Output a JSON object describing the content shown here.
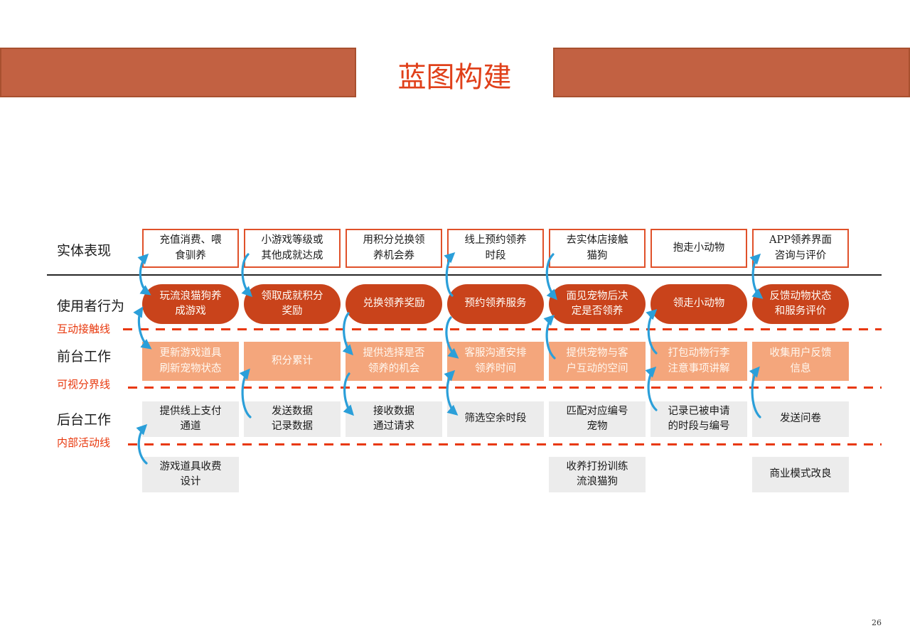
{
  "slide": {
    "title": "蓝图构建",
    "page_number": "26"
  },
  "row_labels": {
    "physical": "实体表现",
    "user": "使用者行为",
    "interaction_line": "互动接触线",
    "frontstage": "前台工作",
    "visibility_line": "可视分界线",
    "backstage": "后台工作",
    "internal_line": "内部活动线"
  },
  "columns": [
    {
      "physical": "充值消费、喂\n食驯养",
      "user": "玩流浪猫狗养\n成游戏",
      "frontstage": "更新游戏道具\n刷新宠物状态",
      "backstage": "提供线上支付\n通道",
      "support": "游戏道具收费\n设计"
    },
    {
      "physical": "小游戏等级或\n其他成就达成",
      "user": "领取成就积分\n奖励",
      "frontstage": "积分累计",
      "backstage": "发送数据\n记录数据"
    },
    {
      "physical": "用积分兑换领\n养机会券",
      "user": "兑换领养奖励",
      "frontstage": "提供选择是否\n领养的机会",
      "backstage": "接收数据\n通过请求"
    },
    {
      "physical": "线上预约领养\n时段",
      "user": "预约领养服务",
      "frontstage": "客服沟通安排\n领养时间",
      "backstage": "筛选空余时段"
    },
    {
      "physical": "去实体店接触\n猫狗",
      "user": "面见宠物后决\n定是否领养",
      "frontstage": "提供宠物与客\n户互动的空间",
      "backstage": "匹配对应编号\n宠物",
      "support": "收养打扮训练\n流浪猫狗"
    },
    {
      "physical": "抱走小动物",
      "user": "领走小动物",
      "frontstage": "打包动物行李\n注意事项讲解",
      "backstage": "记录已被申请\n的时段与编号"
    },
    {
      "physical": "APP领养界面\n咨询与评价",
      "user": "反馈动物状态\n和服务评价",
      "frontstage": "收集用户反馈\n信息",
      "backstage": "发送问卷",
      "support": "商业模式改良"
    }
  ],
  "connections": [
    {
      "column": 1,
      "between": [
        "user",
        "physical"
      ],
      "arrowheads": "both"
    },
    {
      "column": 1,
      "between": [
        "user",
        "frontstage"
      ],
      "arrowheads": "both"
    },
    {
      "column": 1,
      "between": [
        "support",
        "backstage"
      ],
      "arrowheads": "up"
    },
    {
      "column": 2,
      "between": [
        "physical",
        "user"
      ],
      "arrowheads": "down"
    },
    {
      "column": 2,
      "between": [
        "backstage",
        "frontstage"
      ],
      "arrowheads": "up"
    },
    {
      "column": 3,
      "between": [
        "user",
        "frontstage"
      ],
      "arrowheads": "down"
    },
    {
      "column": 3,
      "between": [
        "frontstage",
        "backstage"
      ],
      "arrowheads": "down"
    },
    {
      "column": 4,
      "between": [
        "user",
        "physical"
      ],
      "arrowheads": "up"
    },
    {
      "column": 4,
      "between": [
        "user",
        "frontstage"
      ],
      "arrowheads": "down"
    },
    {
      "column": 4,
      "between": [
        "frontstage",
        "backstage"
      ],
      "arrowheads": "both"
    },
    {
      "column": 5,
      "between": [
        "physical",
        "user"
      ],
      "arrowheads": "down"
    },
    {
      "column": 5,
      "between": [
        "frontstage",
        "user"
      ],
      "arrowheads": "up"
    },
    {
      "column": 6,
      "between": [
        "frontstage",
        "user"
      ],
      "arrowheads": "up"
    },
    {
      "column": 6,
      "between": [
        "backstage",
        "frontstage"
      ],
      "arrowheads": "up"
    },
    {
      "column": 7,
      "between": [
        "user",
        "physical"
      ],
      "arrowheads": "both"
    },
    {
      "column": 7,
      "between": [
        "backstage",
        "frontstage"
      ],
      "arrowheads": "up"
    }
  ],
  "colors": {
    "header_bar": "#c26142",
    "title_text": "#e0401a",
    "user_box": "#c9431b",
    "frontstage_box": "#f4a67c",
    "backstage_box": "#ececec",
    "physical_box_border": "#e0512a",
    "red_line": "#e8380d",
    "arrow_blue": "#2b9fd9"
  }
}
